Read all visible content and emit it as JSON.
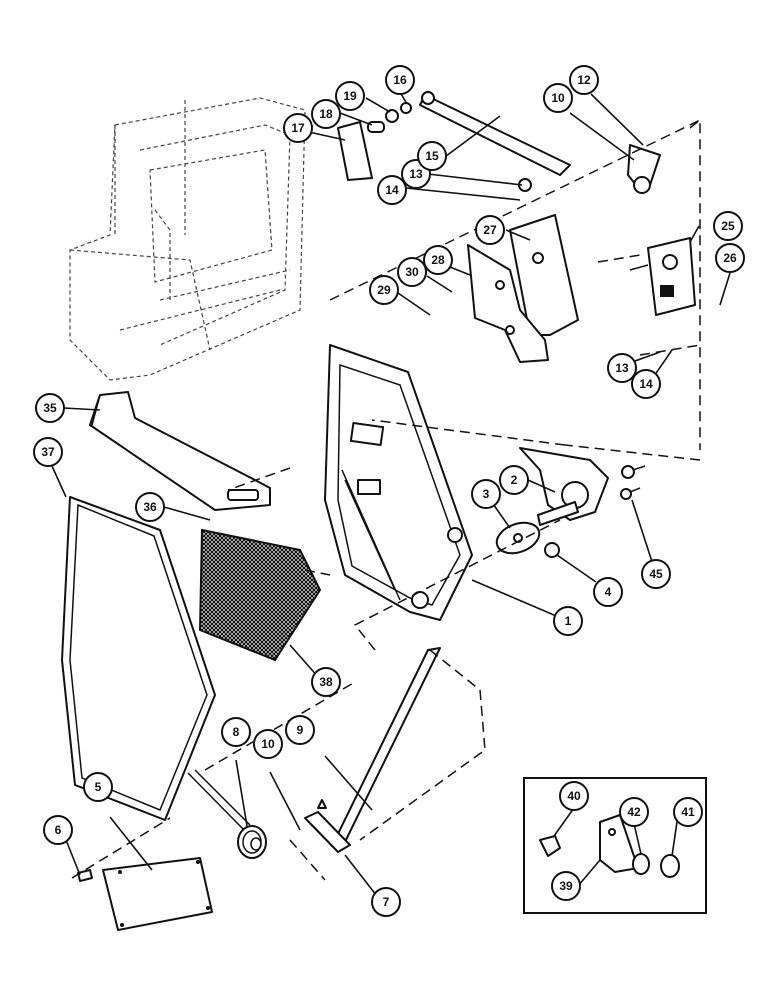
{
  "diagram": {
    "callouts": [
      {
        "label": "1"
      },
      {
        "label": "2"
      },
      {
        "label": "3"
      },
      {
        "label": "4"
      },
      {
        "label": "5"
      },
      {
        "label": "6"
      },
      {
        "label": "7"
      },
      {
        "label": "8"
      },
      {
        "label": "9"
      },
      {
        "label": "10"
      },
      {
        "label": "10"
      },
      {
        "label": "12"
      },
      {
        "label": "13"
      },
      {
        "label": "13"
      },
      {
        "label": "14"
      },
      {
        "label": "14"
      },
      {
        "label": "15"
      },
      {
        "label": "16"
      },
      {
        "label": "17"
      },
      {
        "label": "18"
      },
      {
        "label": "19"
      },
      {
        "label": "25"
      },
      {
        "label": "26"
      },
      {
        "label": "27"
      },
      {
        "label": "28"
      },
      {
        "label": "29"
      },
      {
        "label": "30"
      },
      {
        "label": "35"
      },
      {
        "label": "36"
      },
      {
        "label": "37"
      },
      {
        "label": "38"
      },
      {
        "label": "39"
      },
      {
        "label": "40"
      },
      {
        "label": "41"
      },
      {
        "label": "42"
      },
      {
        "label": "45"
      }
    ]
  }
}
